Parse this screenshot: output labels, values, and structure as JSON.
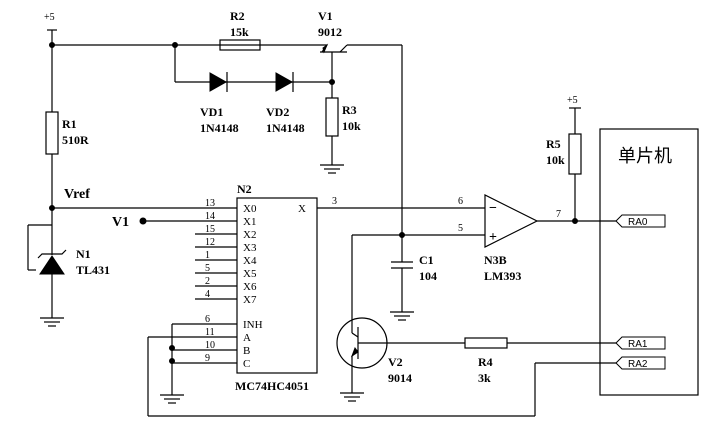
{
  "supply": {
    "vcc_left": "+5",
    "vcc_right": "+5"
  },
  "components": {
    "r1": {
      "ref": "R1",
      "value": "510R"
    },
    "r2": {
      "ref": "R2",
      "value": "15k"
    },
    "r3": {
      "ref": "R3",
      "value": "10k"
    },
    "r4": {
      "ref": "R4",
      "value": "3k"
    },
    "r5": {
      "ref": "R5",
      "value": "10k"
    },
    "v1": {
      "ref": "V1",
      "value": "9012"
    },
    "v2": {
      "ref": "V2",
      "value": "9014"
    },
    "vd1": {
      "ref": "VD1",
      "value": "1N4148"
    },
    "vd2": {
      "ref": "VD2",
      "value": "1N4148"
    },
    "n1": {
      "ref": "N1",
      "value": "TL431"
    },
    "c1": {
      "ref": "C1",
      "value": "104"
    },
    "n3b": {
      "ref": "N3B",
      "value": "LM393"
    },
    "n2": {
      "ref": "N2",
      "value": "MC74HC4051"
    }
  },
  "nets": {
    "vref": "Vref",
    "v1_input": "V1"
  },
  "mux": {
    "inputs": [
      {
        "pin": "13",
        "name": "X0"
      },
      {
        "pin": "14",
        "name": "X1"
      },
      {
        "pin": "15",
        "name": "X2"
      },
      {
        "pin": "12",
        "name": "X3"
      },
      {
        "pin": "1",
        "name": "X4"
      },
      {
        "pin": "5",
        "name": "X5"
      },
      {
        "pin": "2",
        "name": "X6"
      },
      {
        "pin": "4",
        "name": "X7"
      }
    ],
    "controls": [
      {
        "pin": "6",
        "name": "INH"
      },
      {
        "pin": "11",
        "name": "A"
      },
      {
        "pin": "10",
        "name": "B"
      },
      {
        "pin": "9",
        "name": "C"
      }
    ],
    "output": {
      "pin": "3",
      "name": "X"
    }
  },
  "comparator": {
    "pin_minus": "6",
    "pin_plus": "5",
    "pin_out": "7",
    "minus_sign": "−",
    "plus_sign": "+"
  },
  "mcu": {
    "title": "单片机",
    "ports": [
      "RA0",
      "RA1",
      "RA2"
    ]
  }
}
